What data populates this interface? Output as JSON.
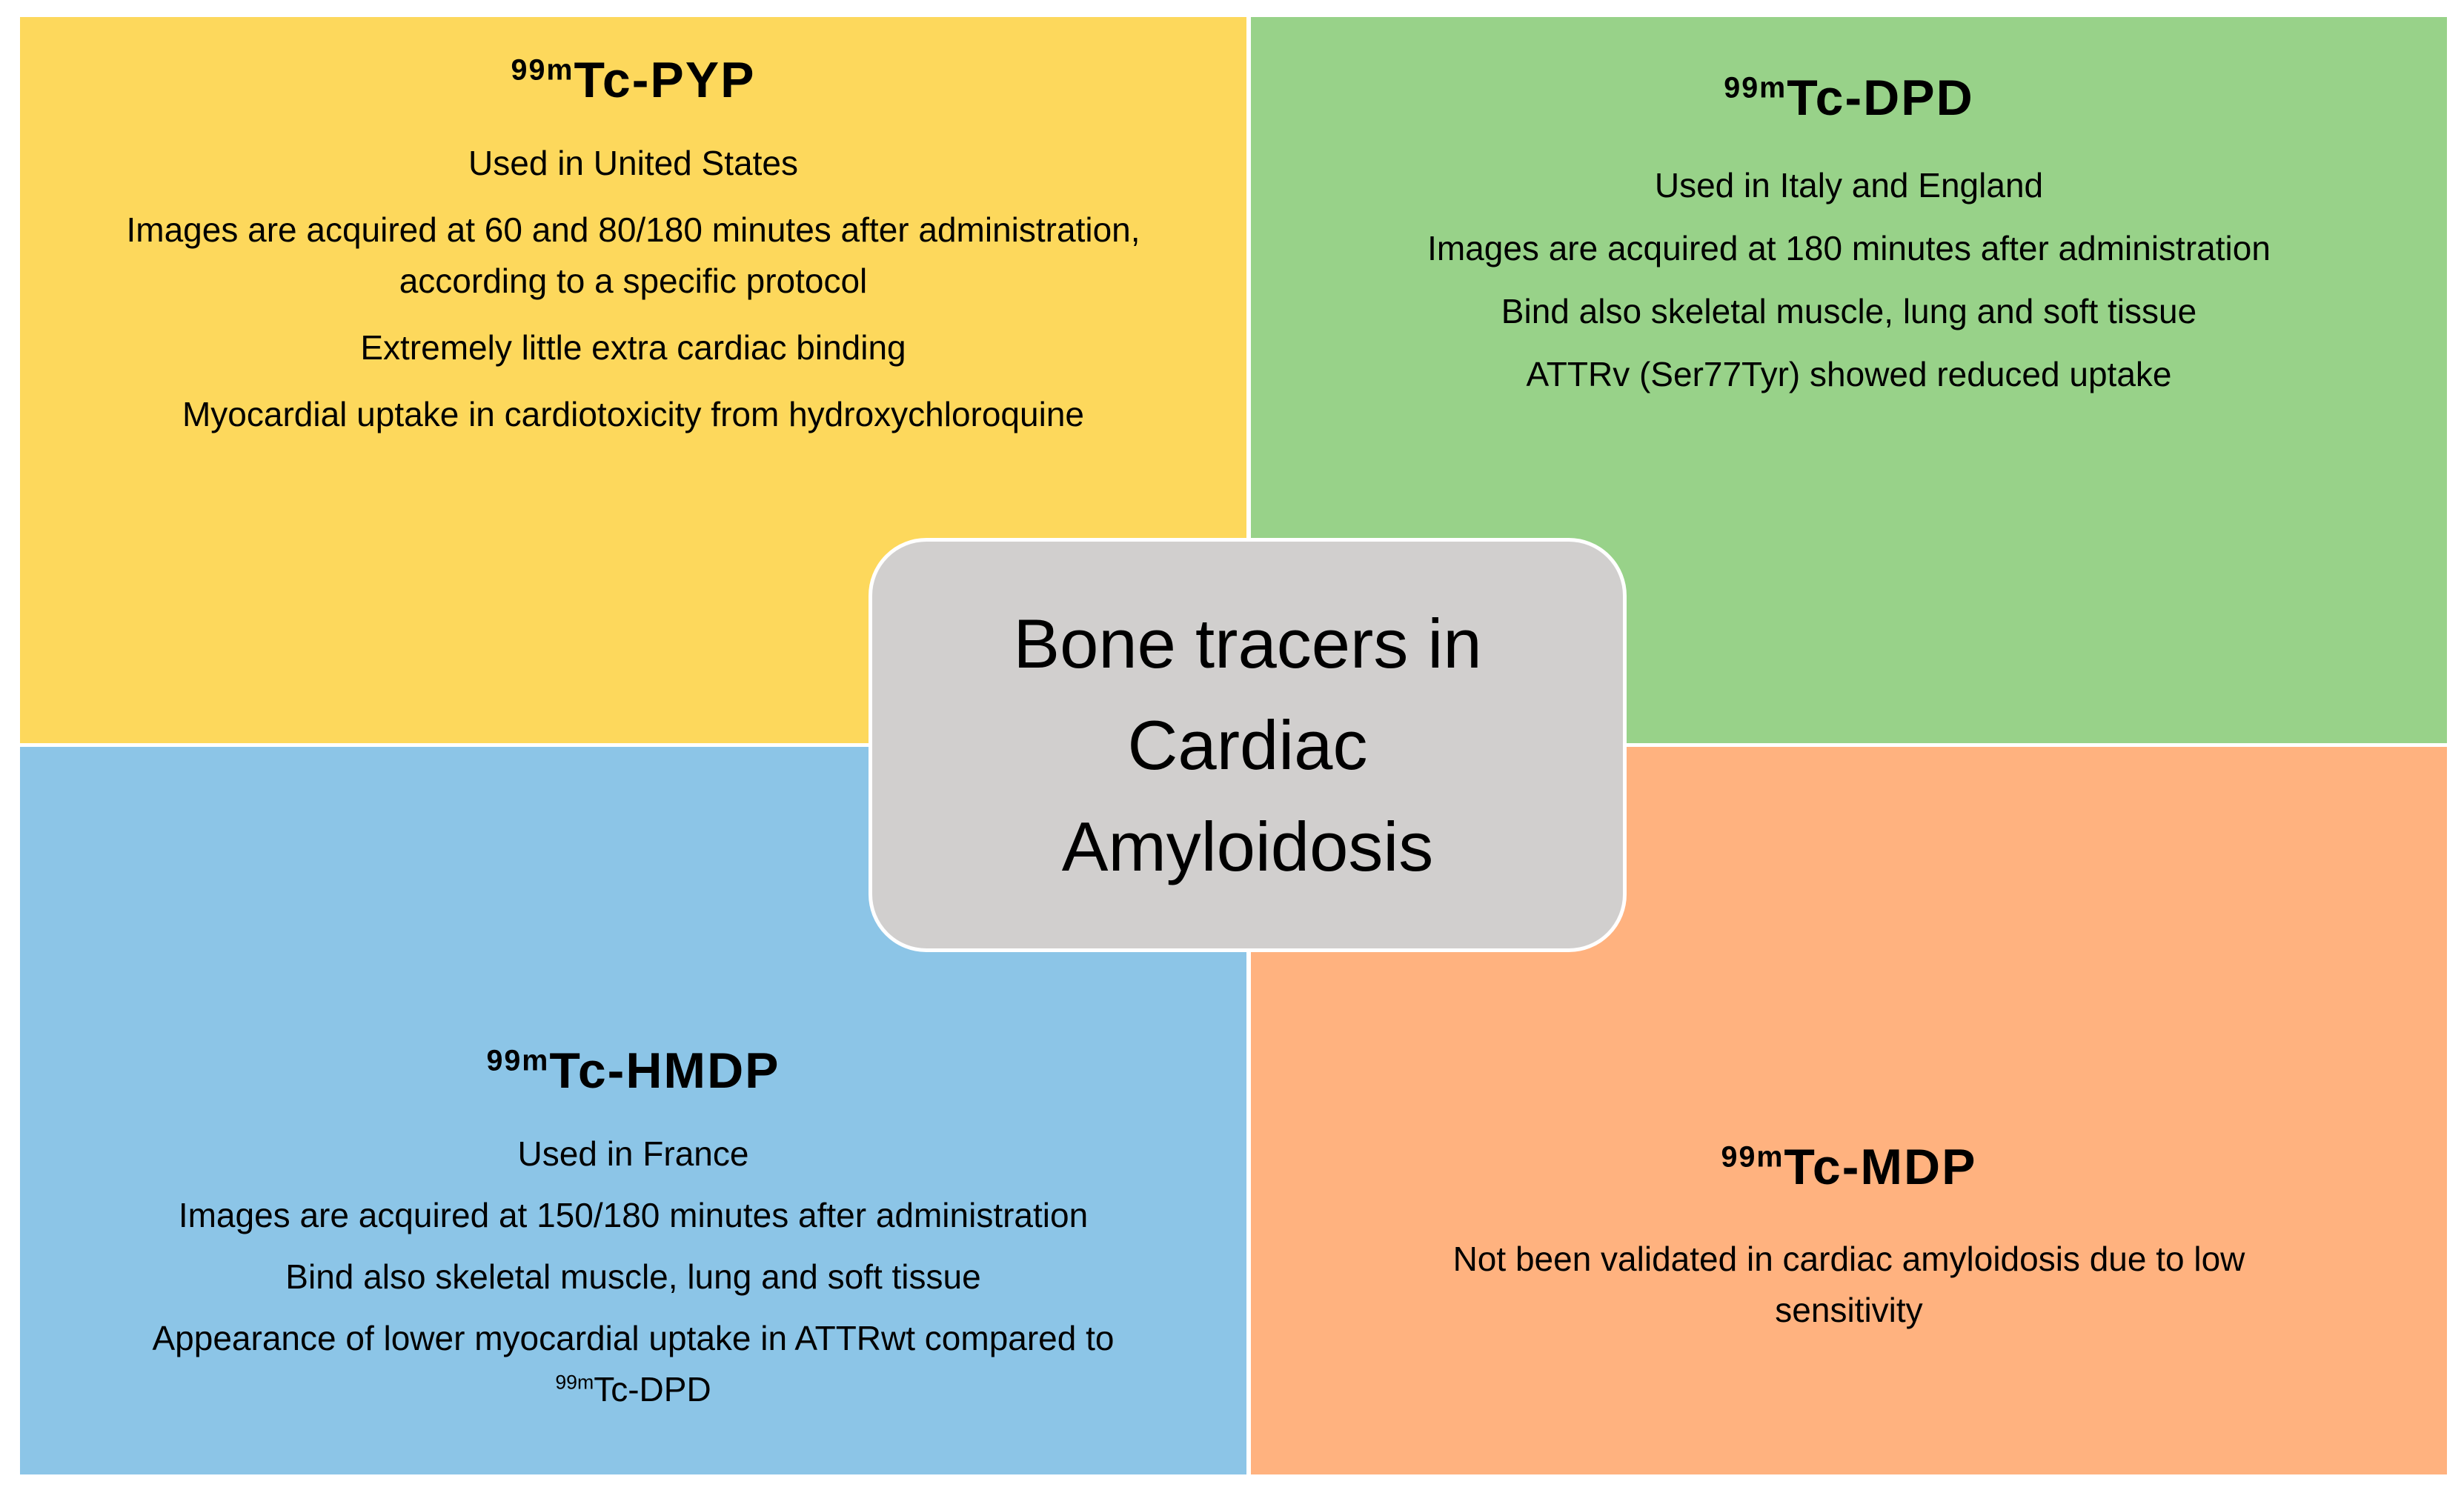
{
  "title_box": {
    "lines": [
      "Bone tracers in",
      "Cardiac",
      "Amyloidosis"
    ],
    "bg_color": "#d1cfce",
    "border_color": "#ffffff"
  },
  "quadrants": [
    {
      "id": "tc-pyp",
      "position": "top-left",
      "color": "#fdd85c",
      "title": {
        "sup": "99m",
        "main": "Tc-PYP"
      },
      "items": [
        {
          "text": "Used in United States"
        },
        {
          "text": "Images are acquired at 60 and 80/180 minutes after administration,",
          "text2": "according to a specific protocol"
        },
        {
          "text": "Extremely little extra cardiac binding"
        },
        {
          "text": "Myocardial uptake in cardiotoxicity from hydroxychloroquine"
        }
      ]
    },
    {
      "id": "tc-dpd",
      "position": "top-right",
      "color": "#98d289",
      "title": {
        "sup": "99m",
        "main": "Tc-DPD"
      },
      "items": [
        {
          "text": "Used in Italy and England"
        },
        {
          "text": "Images are acquired at 180 minutes after administration"
        },
        {
          "text": "Bind also skeletal muscle, lung and soft tissue"
        },
        {
          "text": "ATTRv (Ser77Tyr) showed reduced uptake"
        }
      ]
    },
    {
      "id": "tc-hmdp",
      "position": "bottom-left",
      "color": "#8cc5e7",
      "title": {
        "sup": "99m",
        "main": "Tc-HMDP"
      },
      "items": [
        {
          "text": "Used in France"
        },
        {
          "text": "Images are acquired at 150/180 minutes after administration"
        },
        {
          "text": "Bind also skeletal muscle, lung and soft tissue"
        },
        {
          "text": "Appearance of lower myocardial uptake in ATTRwt compared to",
          "sup": "99m",
          "post": "Tc-DPD"
        }
      ]
    },
    {
      "id": "tc-mdp",
      "position": "bottom-right",
      "color": "#ffb27f",
      "title": {
        "sup": "99m",
        "main": "Tc-MDP"
      },
      "items": [
        {
          "text": "Not been validated in cardiac amyloidosis due to low",
          "text2": "sensitivity"
        }
      ]
    }
  ]
}
